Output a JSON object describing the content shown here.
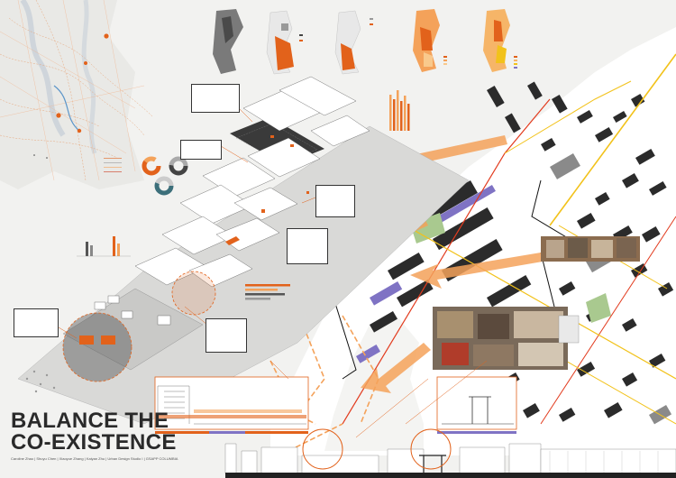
{
  "title": {
    "line1": "BALANCE THE",
    "line2": "CO-EXISTENCE"
  },
  "credits": "Caroline Zhao | Shuyu Chen | Xiaoyue Zhang | Kaiyan Zhu | Urban Design Studio I | GSAPP COLUMBIA",
  "colors": {
    "accent": "#e2621b",
    "accent_light": "#f4a25a",
    "purple": "#7f73c4",
    "park_green": "#a9c98f",
    "building": "#2b2b2b",
    "street_red": "#e23b1e",
    "street_yellow": "#f2c21a"
  },
  "icons": [
    "map-pin-icon",
    "arrow-icon",
    "donut-chart-icon"
  ]
}
